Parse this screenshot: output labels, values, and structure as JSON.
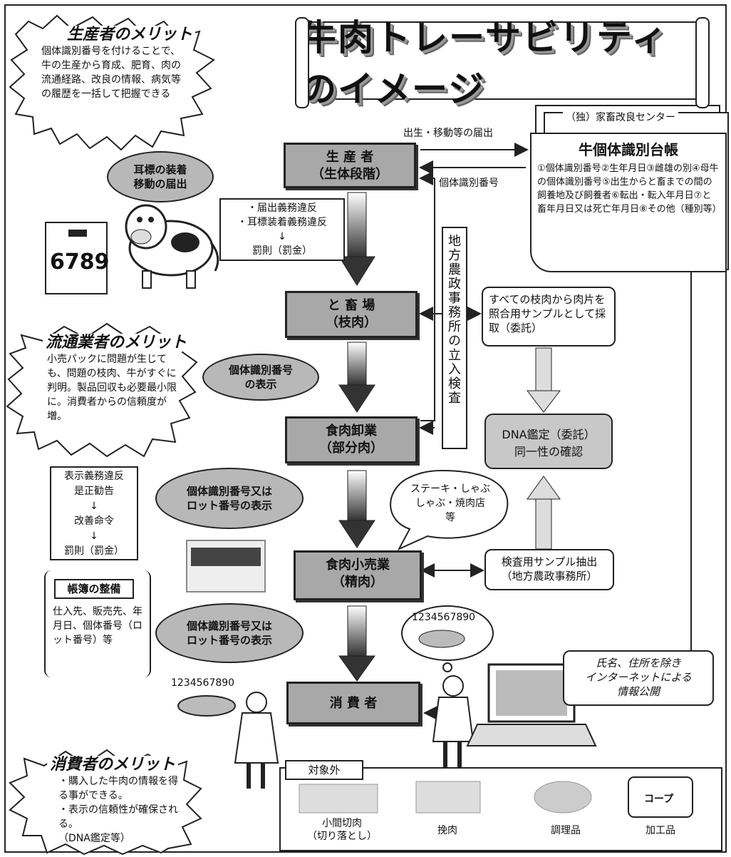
{
  "title": "牛肉トレーサビリティのイメージ",
  "producer_merit": {
    "heading": "生産者のメリット",
    "body": "個体識別番号を付けることで、牛の生産から育成、肥育、肉の流通経路、改良の情報、病気等の履歴を一括して把握できる"
  },
  "distributor_merit": {
    "heading": "流通業者のメリット",
    "body": "小売パックに問題が生じても、問題の枝肉、牛がすぐに判明。製品回収も必要最小限に。消費者からの信頼度が増。"
  },
  "consumer_merit": {
    "heading": "消費者のメリット",
    "body": "・購入した牛肉の情報を得る事ができる。\n・表示の信頼性が確保される。\n（DNA鑑定等）"
  },
  "flow": {
    "producer": {
      "line1": "生 産 者",
      "line2": "（生体段階）"
    },
    "slaughter": {
      "line1": "と 畜 場",
      "line2": "（枝肉）"
    },
    "processor": {
      "line1": "食肉卸業",
      "line2": "（部分肉）"
    },
    "retailer": {
      "line1": "食肉小売業",
      "line2": "（精肉）"
    },
    "consumer": {
      "line1": "消 費 者"
    }
  },
  "ear_tag_ellipse": "耳標の装着\n移動の届出",
  "ear_tag_number": "6789",
  "violations_box": "・届出義務違反\n・耳標装着義務違反\n↓\n罰則（罰金）",
  "registry": {
    "center": "（独）家畜改良センター",
    "title": "牛個体識別台帳",
    "body": "①個体識別番号②生年月日③雌雄の別④母牛の個体識別番号⑤出生からと畜までの間の飼養地及び飼養者⑥転出・転入年月日⑦と畜年月日又は死亡年月日⑧その他（種別等）"
  },
  "arrows": {
    "birth_report": "出生・移動等の届出",
    "id_number": "個体識別番号"
  },
  "inspection_vertical": "地方農政事務所の立入検査",
  "sample_collection": "すべての枝肉から肉片を照合用サンプルとして採取（委託）",
  "dna": {
    "line1": "DNA鑑定（委託）",
    "line2": "同一性の確認"
  },
  "display_id": "個体識別番号\nの表示",
  "display_id_lot_1": "個体識別番号又は\nロット番号の表示",
  "display_id_lot_2": "個体識別番号又は\nロット番号の表示",
  "restaurant_bubble": "ステーキ・しゃぶ\nしゃぶ・焼肉店\n等",
  "penalty_box": "表示義務違反\n是正勧告\n↓\n改善命令\n↓\n罰則（罰金）",
  "ledger": {
    "title": "帳簿の整備",
    "body": "仕入先、販売先、年月日、個体番号（ロット番号）等"
  },
  "inspection_sample": "検査用サンプル抽出\n（地方農政事務所）",
  "number_label_1": "1234567890",
  "number_label_2": "1234567890",
  "internet": "氏名、住所を除き\nインターネットによる\n情報公開",
  "excluded": {
    "label": "対象外",
    "items": [
      "小間切肉\n（切り落とし）",
      "挽肉",
      "調理品",
      "加工品"
    ]
  },
  "package_label": "コープ"
}
